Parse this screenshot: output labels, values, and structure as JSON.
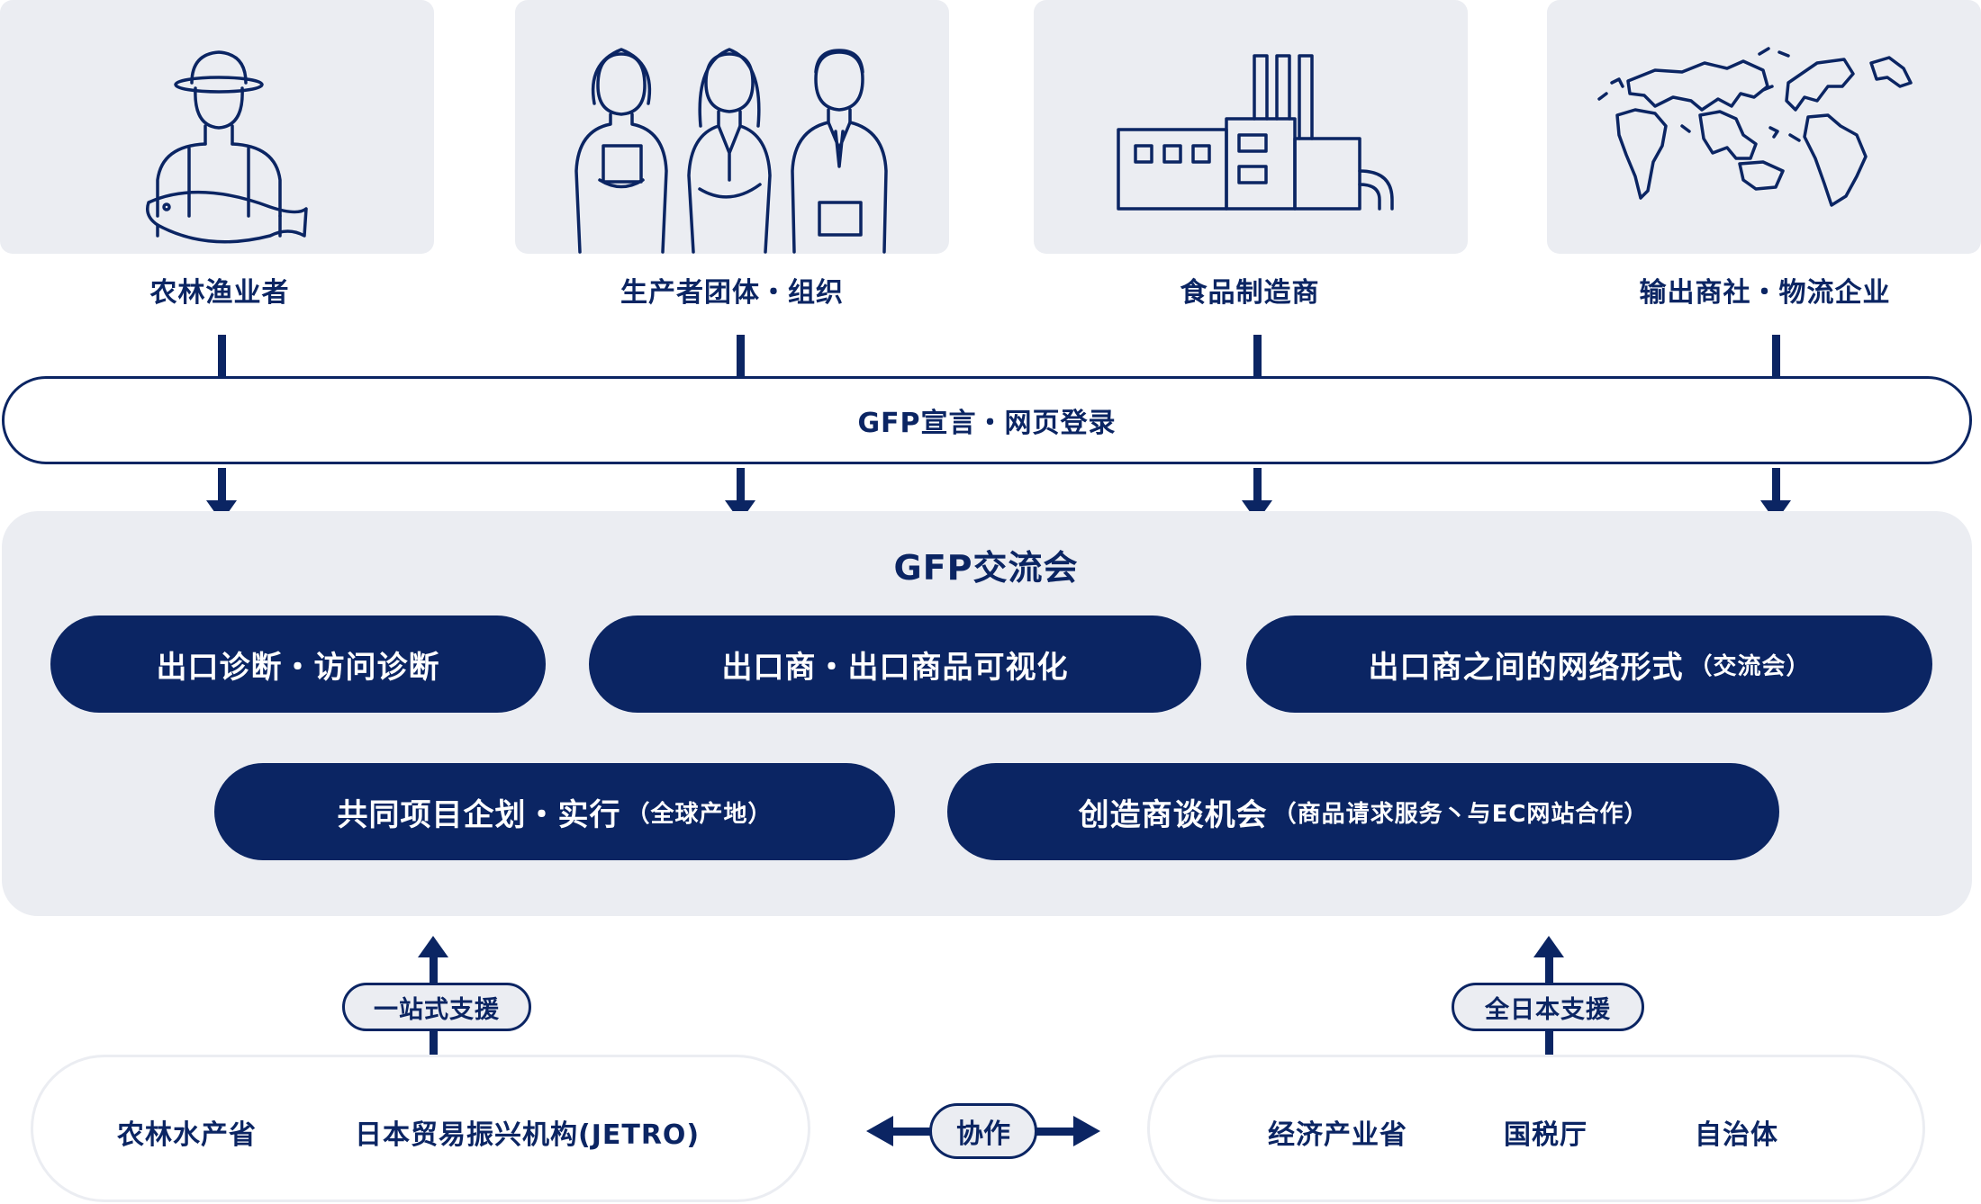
{
  "roles": [
    {
      "label": "农林渔业者",
      "icon": "farmer-fisher-icon"
    },
    {
      "label": "生产者团体・组织",
      "icon": "producer-group-icon"
    },
    {
      "label": "食品制造商",
      "icon": "factory-icon"
    },
    {
      "label": "输出商社・物流企业",
      "icon": "world-map-icon"
    }
  ],
  "declaration": "GFP宣言・网页登录",
  "exchange": {
    "title": "GFP交流会",
    "services": [
      {
        "label": "出口诊断・访问诊断",
        "note": ""
      },
      {
        "label": "出口商・出口商品可视化",
        "note": ""
      },
      {
        "label": "出口商之间的网络形式",
        "note": "（交流会）"
      },
      {
        "label": "共同项目企划・实行",
        "note": "（全球产地）"
      },
      {
        "label": "创造商谈机会",
        "note": "（商品请求服务丶与EC网站合作）"
      }
    ]
  },
  "support": {
    "left_tag": "一站式支援",
    "right_tag": "全日本支援",
    "left_orgs": [
      "农林水产省",
      "日本贸易振兴机构(JETRO)"
    ],
    "right_orgs": [
      "经济产业省",
      "国税厅",
      "自治体"
    ],
    "collaboration": "协作"
  },
  "colors": {
    "navy": "#0b2563",
    "panel": "#ebedf2",
    "background": "#ffffff"
  }
}
